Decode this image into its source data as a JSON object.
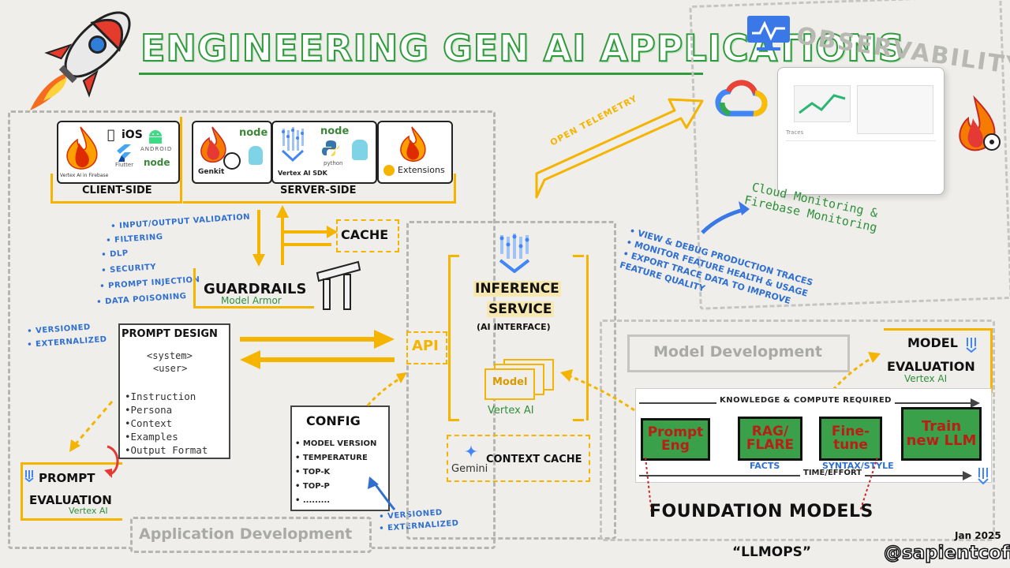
{
  "title": "ENGINEERING GEN AI APPLICATIONS",
  "observability": {
    "heading": "OBSERVABILITY",
    "monitoring_label_1": "Cloud Monitoring &",
    "monitoring_label_2": "Firebase Monitoring",
    "traces_label": "Traces",
    "open_telemetry": "OPEN TELEMETRY",
    "features": [
      "• VIEW & DEBUG PRODUCTION TRACES",
      "• MONITOR FEATURE HEALTH & USAGE",
      "• EXPORT TRACE DATA TO IMPROVE",
      "FEATURE QUALITY"
    ]
  },
  "client_side": {
    "label": "CLIENT-SIDE",
    "vertex_firebase": "Vertex AI in Firebase",
    "ios": "iOS",
    "flutter": "Flutter",
    "android": "ANDROID",
    "node": "node"
  },
  "server_side": {
    "label": "SERVER-SIDE",
    "genkit": "Genkit",
    "node": "node",
    "vertex_sdk": "Vertex AI SDK",
    "python": "python",
    "extensions": "Extensions"
  },
  "cache": "CACHE",
  "guardrails": {
    "title": "GUARDRAILS",
    "subtitle": "Model Armor",
    "items": [
      "• INPUT/OUTPUT VALIDATION",
      "• FILTERING",
      "• DLP",
      "• SECURITY",
      "• PROMPT INJECTION",
      "• DATA POISONING"
    ]
  },
  "prompt_design": {
    "title": "PROMPT DESIGN",
    "system": "<system>",
    "user": "<user>",
    "items": [
      "•Instruction",
      "•Persona",
      "•Context",
      "•Examples",
      "•Output Format"
    ],
    "notes": [
      "• VERSIONED",
      "• EXTERNALIZED"
    ]
  },
  "api": "API",
  "inference": {
    "line1": "INFERENCE",
    "line2": "SERVICE",
    "line3": "(AI INTERFACE)",
    "model_card": "Model",
    "platform": "Vertex AI"
  },
  "config": {
    "title": "CONFIG",
    "items": [
      "• MODEL VERSION",
      "• TEMPERATURE",
      "• TOP-K",
      "• TOP-P",
      "• ........."
    ],
    "notes": [
      "• VERSIONED",
      "• EXTERNALIZED"
    ]
  },
  "context_cache": {
    "label": "CONTEXT CACHE",
    "gemini": "Gemini"
  },
  "prompt_evaluation": {
    "line1": "PROMPT",
    "line2": "EVALUATION",
    "platform": "Vertex AI"
  },
  "application_development": "Application Development",
  "model_development": "Model Development",
  "model_evaluation": {
    "line1": "MODEL",
    "line2": "EVALUATION",
    "platform": "Vertex AI"
  },
  "foundation": {
    "knowledge_label": "KNOWLEDGE & COMPUTE REQUIRED",
    "time_label": "TIME/EFFORT",
    "stages": [
      {
        "label": "Prompt Eng"
      },
      {
        "label": "RAG/ FLARE"
      },
      {
        "label": "Fine- tune"
      },
      {
        "label": "Train new LLM"
      }
    ],
    "facts": "FACTS",
    "syntax": "SYNTAX/STYLE",
    "models_label": "FOUNDATION MODELS"
  },
  "llmops": "“LLMOPS”",
  "date": "Jan 2025",
  "author": "@sapientcoffee",
  "colors": {
    "accent_yellow": "#f4b400",
    "title_green": "#2f9b3c",
    "note_blue": "#2f6fd0",
    "stage_green": "#3aa04a",
    "stage_red": "#b82015"
  }
}
